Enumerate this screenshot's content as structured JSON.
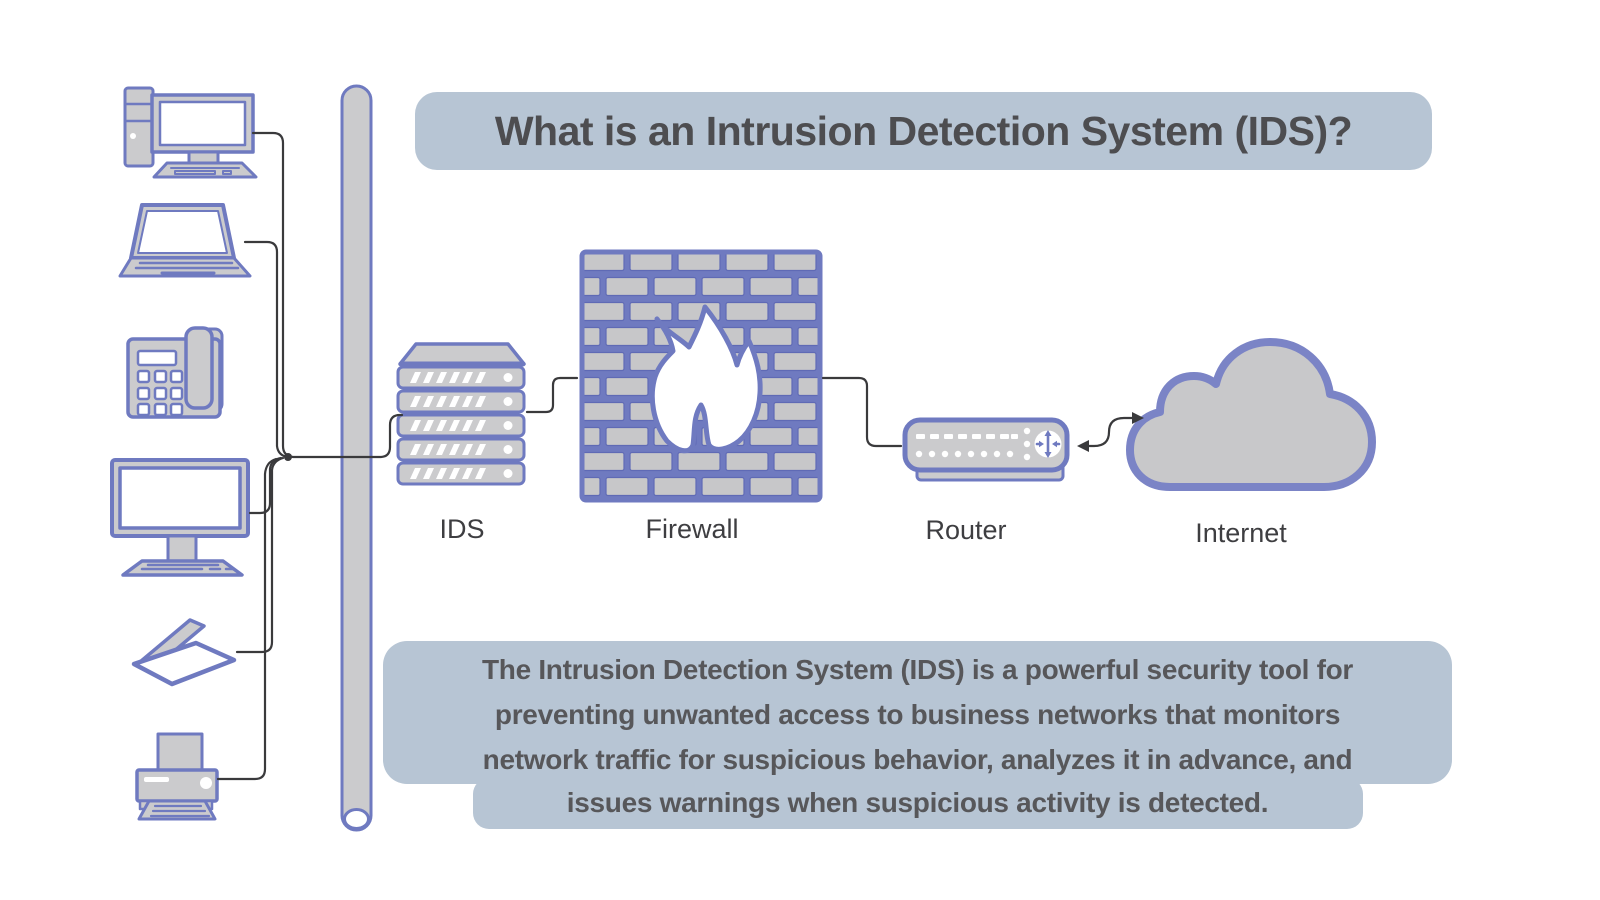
{
  "title": "What is an Intrusion Detection System (IDS)?",
  "description": "The Intrusion Detection System (IDS) is a powerful security tool for preventing unwanted access to business networks that monitors network traffic for suspicious behavior, analyzes it in advance, and issues warnings when suspicious activity is detected.",
  "description_lines": [
    "The Intrusion Detection System (IDS) is a powerful security tool for",
    "preventing unwanted access to business networks that monitors",
    "network traffic for suspicious behavior, analyzes it in advance, and",
    "issues warnings when suspicious activity is detected."
  ],
  "nodes": {
    "ids": {
      "label": "IDS",
      "icon": "server-stack-icon"
    },
    "firewall": {
      "label": "Firewall",
      "icon": "brick-wall-flame-icon"
    },
    "router": {
      "label": "Router",
      "icon": "router-icon"
    },
    "internet": {
      "label": "Internet",
      "icon": "cloud-icon"
    }
  },
  "devices": [
    {
      "icon": "desktop-computer-icon"
    },
    {
      "icon": "laptop-icon"
    },
    {
      "icon": "desk-phone-icon"
    },
    {
      "icon": "monitor-icon"
    },
    {
      "icon": "scanner-icon"
    },
    {
      "icon": "printer-icon"
    }
  ],
  "colors": {
    "accent": "#6f7ac0",
    "device_fill": "#cbcbcd",
    "panel_bg": "#b7c5d4",
    "title_text": "#4d4d50",
    "body_text": "#57575a",
    "label_text": "#3e3e41",
    "line": "#3a3a3c"
  }
}
